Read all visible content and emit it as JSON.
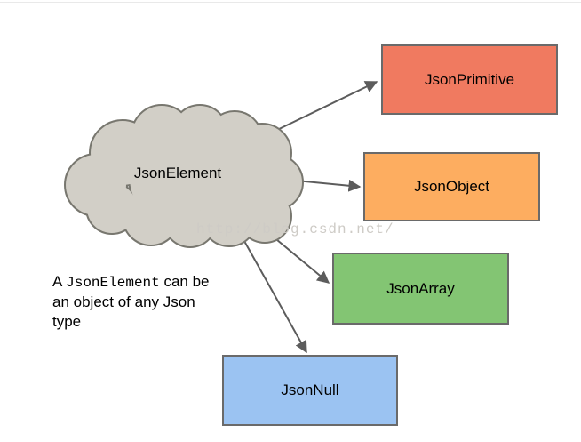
{
  "cloud": {
    "label": "JsonElement"
  },
  "nodes": [
    {
      "id": "jsonprimitive",
      "label": "JsonPrimitive",
      "fill": "#f07a60"
    },
    {
      "id": "jsonobject",
      "label": "JsonObject",
      "fill": "#fdad60"
    },
    {
      "id": "jsonarray",
      "label": "JsonArray",
      "fill": "#83c573"
    },
    {
      "id": "jsonnull",
      "label": "JsonNull",
      "fill": "#9bc3f2"
    }
  ],
  "caption": {
    "prefix": "A ",
    "code": "JsonElement",
    "rest": " can be",
    "line2": "an object of any Json",
    "line3": "type"
  },
  "watermark": "http://blog.csdn.net/",
  "colors": {
    "cloud-fill": "#d2cfc7",
    "cloud-stroke": "#78776f",
    "arrow": "#5c5c5c",
    "box-border": "#6a6a6a",
    "watermark": "#cecbc6",
    "hairline": "#e9e9e9"
  }
}
